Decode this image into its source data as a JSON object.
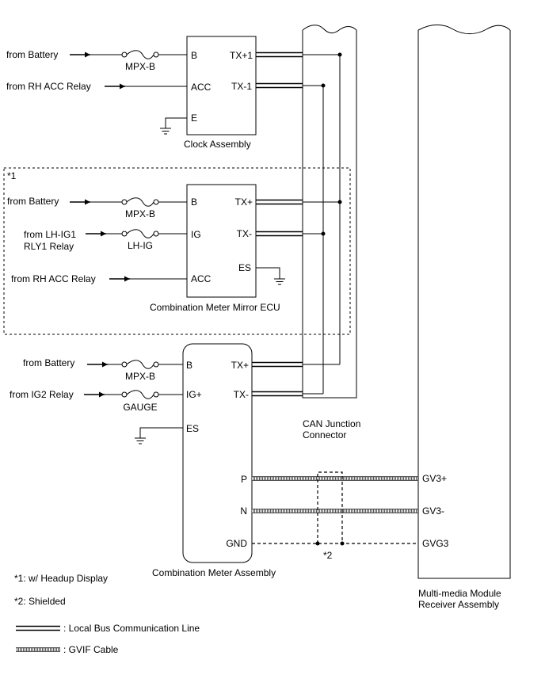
{
  "sources": {
    "from_battery": "from Battery",
    "from_rh_acc_relay": "from RH ACC Relay",
    "from_lh_ig1_line1": "from LH-IG1",
    "from_lh_ig1_line2": "RLY1 Relay",
    "from_ig2_relay": "from IG2 Relay"
  },
  "fuses": {
    "mpx_b": "MPX-B",
    "lh_ig": "LH-IG",
    "gauge": "GAUGE"
  },
  "clock": {
    "name": "Clock Assembly",
    "pins": {
      "b": "B",
      "acc": "ACC",
      "e": "E",
      "tx_plus": "TX+1",
      "tx_minus": "TX-1"
    }
  },
  "mirror_ecu": {
    "marker": "*1",
    "name": "Combination Meter Mirror ECU",
    "pins": {
      "b": "B",
      "ig": "IG",
      "acc": "ACC",
      "tx_plus": "TX+",
      "tx_minus": "TX-",
      "es": "ES"
    }
  },
  "meter": {
    "name": "Combination Meter Assembly",
    "pins": {
      "b": "B",
      "ig_plus": "IG+",
      "es": "ES",
      "tx_plus": "TX+",
      "tx_minus": "TX-",
      "p": "P",
      "n": "N",
      "gnd": "GND"
    }
  },
  "can_junction": {
    "line1": "CAN Junction",
    "line2": "Connector"
  },
  "receiver": {
    "line1": "Multi-media Module",
    "line2": "Receiver Assembly",
    "pins": {
      "gv3_plus": "GV3+",
      "gv3_minus": "GV3-",
      "gvg3": "GVG3"
    }
  },
  "shield_marker": "*2",
  "notes": {
    "note1": "*1: w/ Headup Display",
    "note2": "*2: Shielded"
  },
  "legend": {
    "local_bus": ": Local Bus Communication Line",
    "gvif": ": GVIF Cable"
  }
}
